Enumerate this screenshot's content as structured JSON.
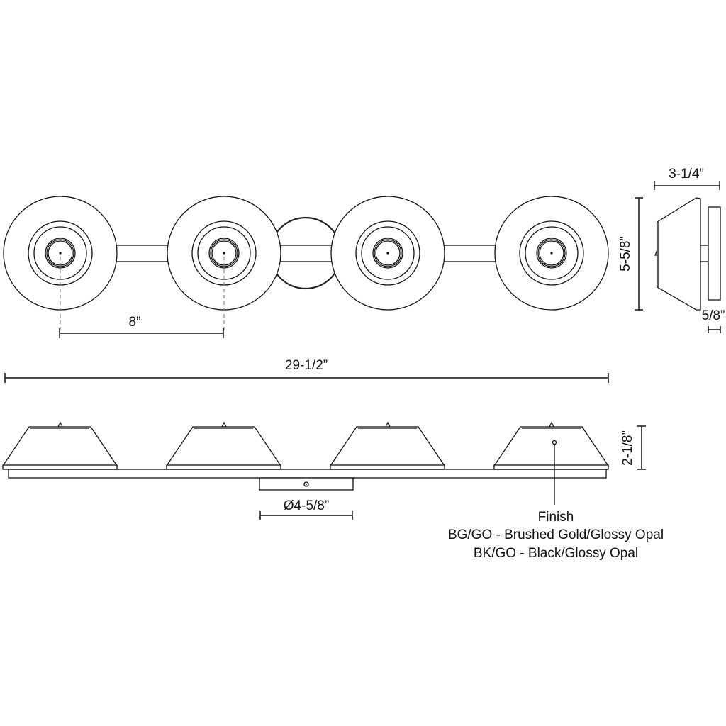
{
  "dimensions": {
    "spacing": "8”",
    "overall_width": "29-1/2”",
    "depth": "3-1/4”",
    "height": "5-5/8”",
    "canopy_depth": "5/8”",
    "side_height": "2-1/8”",
    "canopy_diameter": "Ø4-5/8”"
  },
  "finish": {
    "title": "Finish",
    "options": [
      "BG/GO - Brushed Gold/Glossy Opal",
      "BK/GO - Black/Glossy Opal"
    ]
  }
}
